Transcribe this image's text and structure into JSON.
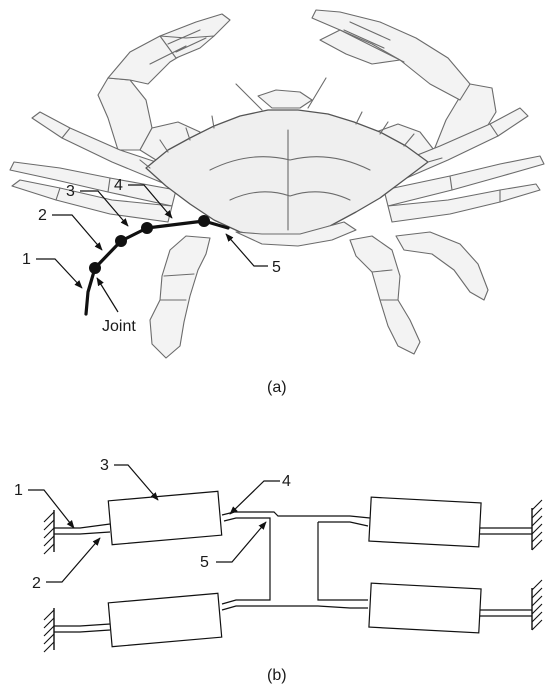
{
  "panel_a": {
    "caption": "(a)",
    "labels": {
      "l1": "1",
      "l2": "2",
      "l3": "3",
      "l4": "4",
      "l5": "5",
      "joint": "Joint"
    },
    "illustration": "crab-drawing"
  },
  "panel_b": {
    "caption": "(b)",
    "labels": {
      "l1": "1",
      "l2": "2",
      "l3": "3",
      "l4": "4",
      "l5": "5"
    }
  }
}
